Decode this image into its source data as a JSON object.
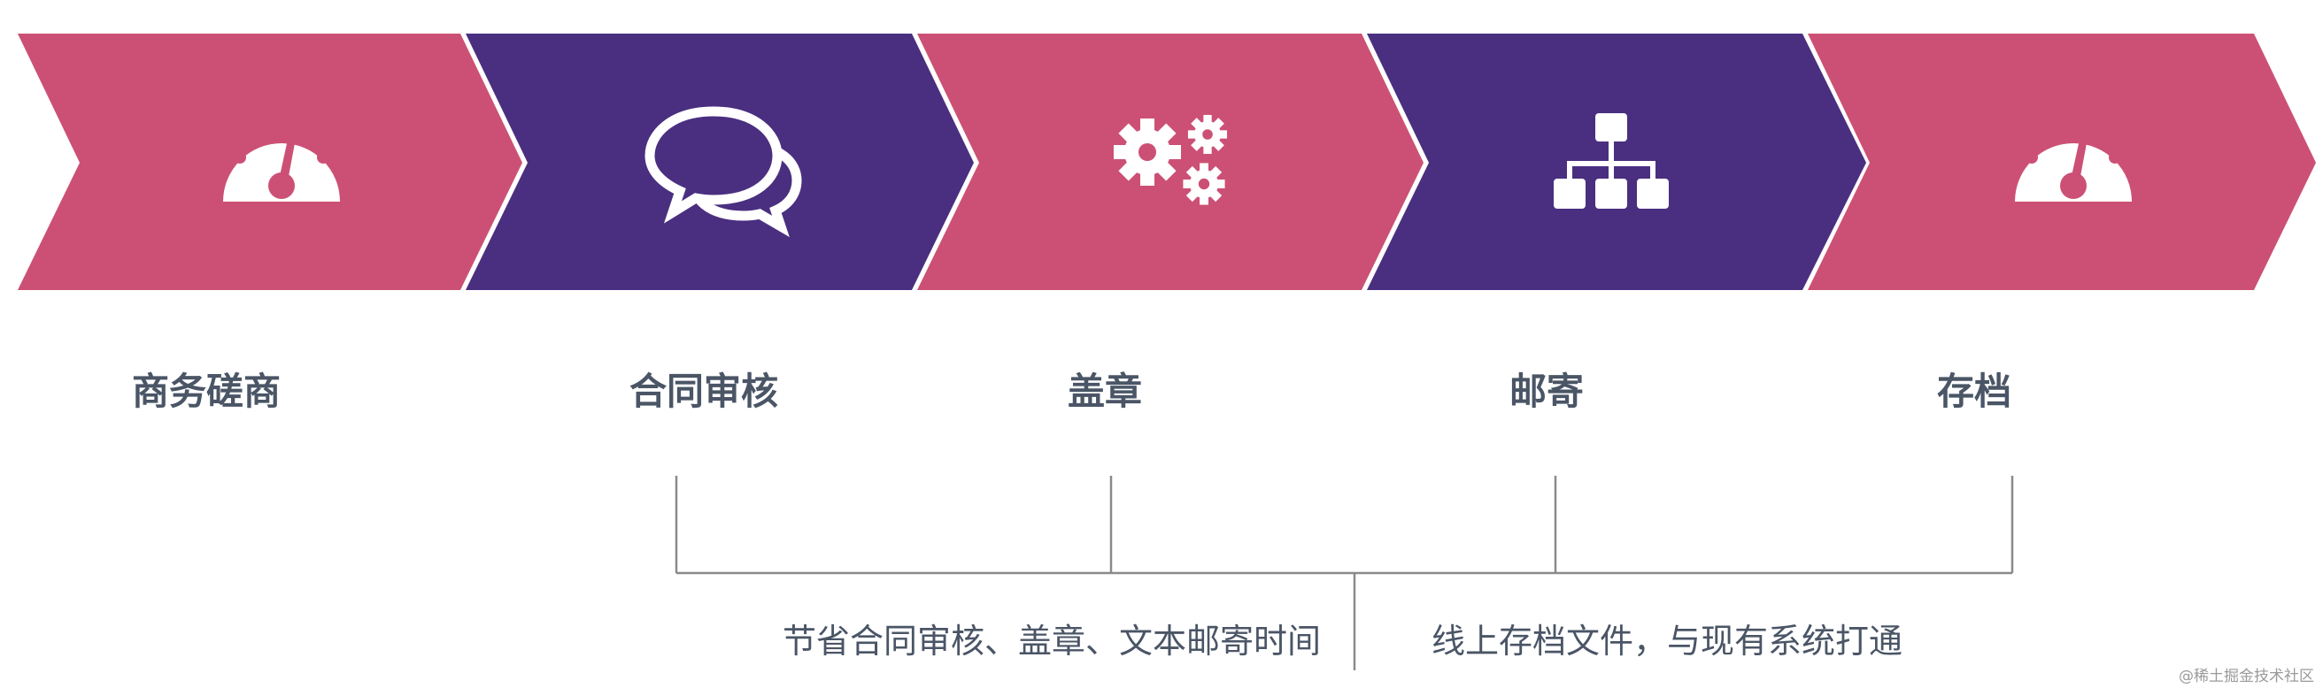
{
  "colors": {
    "pink": "#cc5075",
    "purple": "#4a2f80",
    "label_text": "#4a5566",
    "line": "#8a8a8a"
  },
  "steps": [
    {
      "label": "商务磋商",
      "icon": "speedometer-icon",
      "color": "pink"
    },
    {
      "label": "合同审核",
      "icon": "chat-bubbles-icon",
      "color": "purple"
    },
    {
      "label": "盖章",
      "icon": "gears-icon",
      "color": "pink"
    },
    {
      "label": "邮寄",
      "icon": "org-chart-icon",
      "color": "purple"
    },
    {
      "label": "存档",
      "icon": "speedometer-icon",
      "color": "pink"
    }
  ],
  "notes": {
    "left": "节省合同审核、盖章、文本邮寄时间",
    "right": "线上存档文件，与现有系统打通"
  },
  "watermark": "@稀土掘金技术社区"
}
